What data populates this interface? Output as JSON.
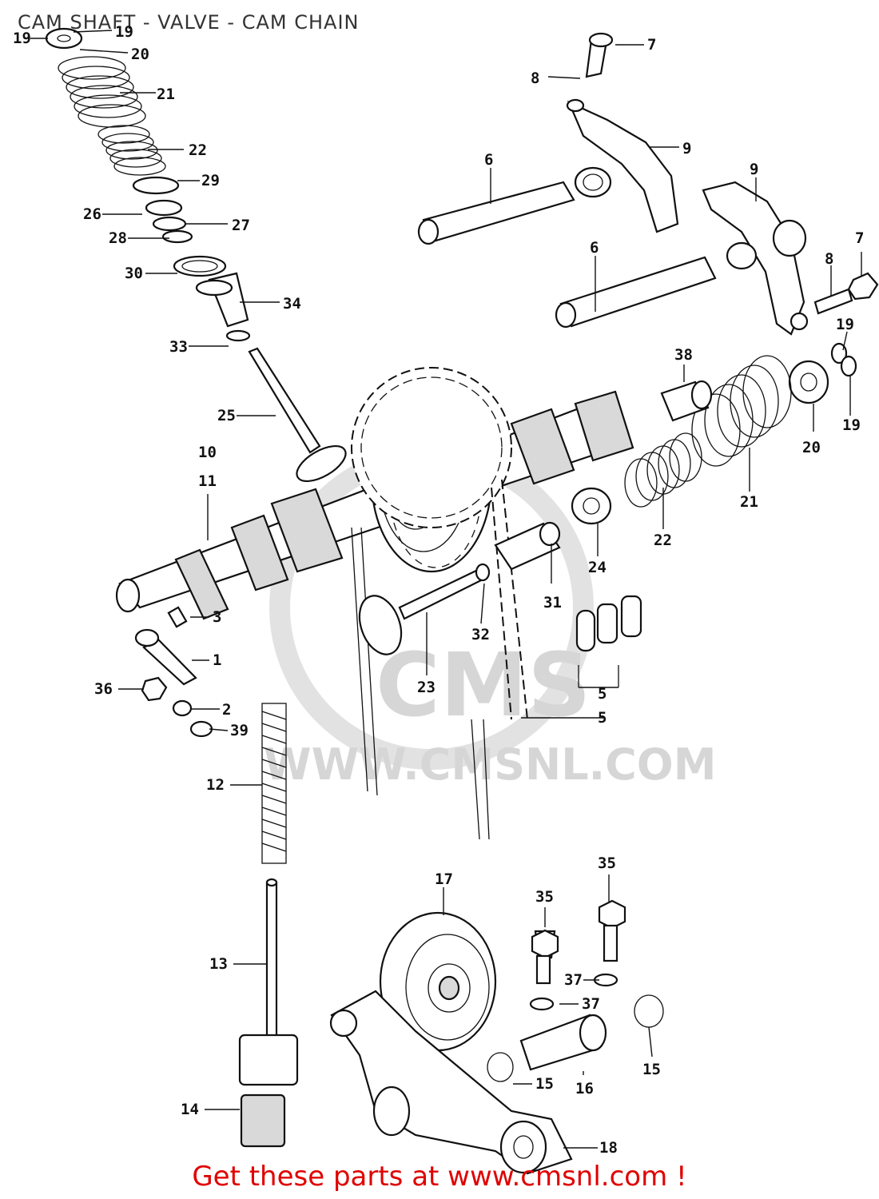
{
  "title": "CAM SHAFT - VALVE - CAM CHAIN",
  "footer": "Get these parts at www.cmsnl.com !",
  "watermark": {
    "logo": "CMS",
    "url": "WWW.CMSNL.COM"
  },
  "colors": {
    "footer": "#e00000",
    "ink": "#111111",
    "watermark": "#d6d6d6"
  },
  "callouts": [
    "19",
    "19",
    "20",
    "21",
    "22",
    "29",
    "26",
    "27",
    "28",
    "30",
    "34",
    "33",
    "25",
    "7",
    "8",
    "9",
    "6",
    "9",
    "6",
    "8",
    "7",
    "19",
    "19",
    "38",
    "20",
    "21",
    "22",
    "24",
    "10",
    "11",
    "3",
    "1",
    "36",
    "2",
    "39",
    "12",
    "31",
    "32",
    "23",
    "5",
    "5",
    "17",
    "35",
    "35",
    "13",
    "37",
    "37",
    "15",
    "16",
    "15",
    "14",
    "18"
  ]
}
